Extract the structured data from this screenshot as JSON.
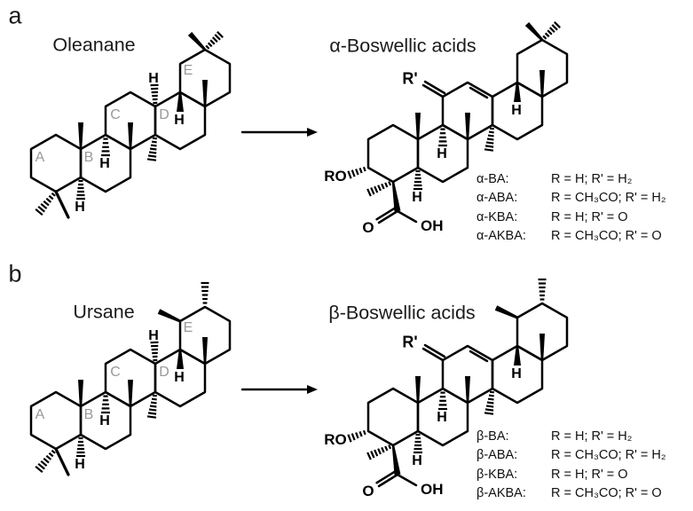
{
  "figure": {
    "background": "#ffffff",
    "panels": [
      {
        "id": "a",
        "label": "a",
        "reactant_title": "Oleanane",
        "product_title": "α-Boswellic acids",
        "compounds": [
          {
            "name": "α-BA:",
            "definition": "R = H; R' = H₂"
          },
          {
            "name": "α-ABA:",
            "definition": "R = CH₃CO; R' = H₂"
          },
          {
            "name": "α-KBA:",
            "definition": "R = H; R' = O"
          },
          {
            "name": "α-AKBA:",
            "definition": "R = CH₃CO; R' = O"
          }
        ]
      },
      {
        "id": "b",
        "label": "b",
        "reactant_title": "Ursane",
        "product_title": "β-Boswellic acids",
        "compounds": [
          {
            "name": "β-BA:",
            "definition": "R = H; R' = H₂"
          },
          {
            "name": "β-ABA:",
            "definition": "R = CH₃CO; R' = H₂"
          },
          {
            "name": "β-KBA:",
            "definition": "R = H; R' = O"
          },
          {
            "name": "β-AKBA:",
            "definition": "R = CH₃CO; R' = O"
          }
        ]
      }
    ]
  },
  "structure_labels": {
    "ring_labels": [
      "A",
      "B",
      "C",
      "D",
      "E"
    ],
    "stereo_h": "H",
    "r_prime": "R'",
    "ro_group": "RO",
    "carbonyl_oxygen": "O",
    "hydroxyl_group": "OH"
  },
  "colors": {
    "bond": "#000000",
    "ring_letter": "#999999",
    "text": "#1a1a1a"
  }
}
